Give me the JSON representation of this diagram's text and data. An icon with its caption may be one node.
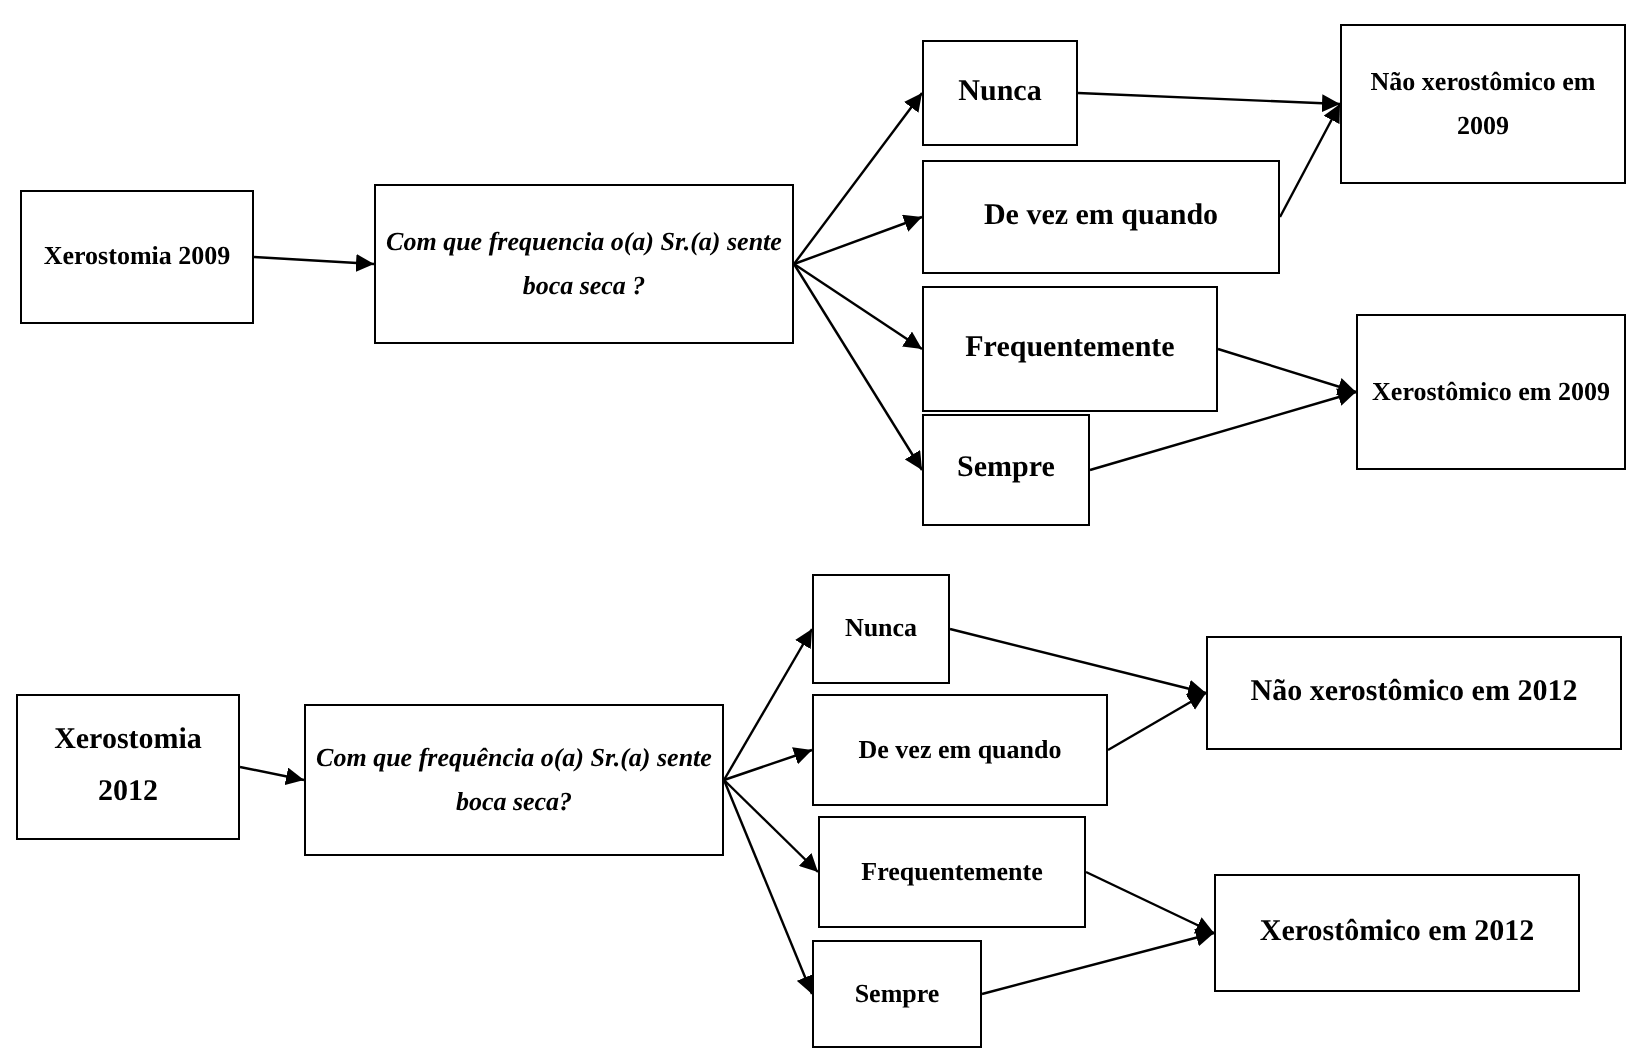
{
  "diagram": {
    "nodes": [
      {
        "text": [
          "Xerostomia 2009"
        ]
      },
      {
        "text": [
          "Com que frequencia o(a) Sr.(a) sente boca seca ?"
        ]
      },
      {
        "text": [
          "Nunca"
        ]
      },
      {
        "text": [
          "De vez em quando"
        ]
      },
      {
        "text": [
          "Frequentemente"
        ]
      },
      {
        "text": [
          "Sempre"
        ]
      },
      {
        "text": [
          "Não xerostômico em 2009"
        ]
      },
      {
        "text": [
          "Xerostômico em 2009"
        ]
      },
      {
        "text": [
          "Xerostomia 2012"
        ]
      },
      {
        "text": [
          "Com que frequência o(a) Sr.(a) sente boca seca?"
        ]
      },
      {
        "text": [
          "Nunca"
        ]
      },
      {
        "text": [
          "De vez em quando"
        ]
      },
      {
        "text": [
          "Frequentemente"
        ]
      },
      {
        "text": [
          "Sempre"
        ]
      },
      {
        "text": [
          "Não xerostômico em 2012"
        ]
      },
      {
        "text": [
          "Xerostômico em 2012"
        ]
      }
    ],
    "edges": [
      {
        "from": 0,
        "to": 1,
        "arrow": "to"
      },
      {
        "from": 1,
        "to": 2,
        "arrow": "to"
      },
      {
        "from": 1,
        "to": 3,
        "arrow": "to"
      },
      {
        "from": 1,
        "to": 4,
        "arrow": "to"
      },
      {
        "from": 1,
        "to": 5,
        "arrow": "to"
      },
      {
        "from": 2,
        "to": 6,
        "arrow": "to"
      },
      {
        "from": 3,
        "to": 6,
        "arrow": "to"
      },
      {
        "from": 4,
        "to": 7,
        "arrow": "to"
      },
      {
        "from": 5,
        "to": 7,
        "arrow": "to"
      },
      {
        "from": 8,
        "to": 9,
        "arrow": "to"
      },
      {
        "from": 9,
        "to": 10,
        "arrow": "to"
      },
      {
        "from": 9,
        "to": 11,
        "arrow": "to"
      },
      {
        "from": 9,
        "to": 12,
        "arrow": "to"
      },
      {
        "from": 9,
        "to": 13,
        "arrow": "to"
      },
      {
        "from": 10,
        "to": 14,
        "arrow": "to"
      },
      {
        "from": 11,
        "to": 14,
        "arrow": "to"
      },
      {
        "from": 12,
        "to": 15,
        "arrow": "to"
      },
      {
        "from": 13,
        "to": 15,
        "arrow": "to"
      }
    ]
  }
}
